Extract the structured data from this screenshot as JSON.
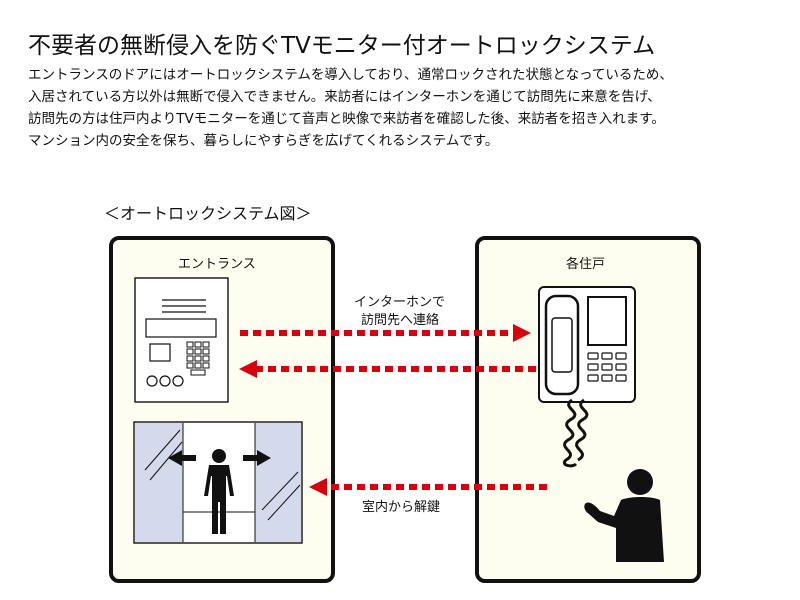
{
  "title": "不要者の無断侵入を防ぐTVモニター付オートロックシステム",
  "description": [
    "エントランスのドアにはオートロックシステムを導入しており、通常ロックされた状態となっているため、",
    "入居されている方以外は無断で侵入できません。来訪者にはインターホンを通じて訪問先に来意を告げ、",
    "訪問先の方は住戸内よりTVモニターを通じて音声と映像で来訪者を確認した後、来訪者を招き入れます。",
    "マンション内の安全を保ち、暮らしにやすらぎを広げてくれるシステムです。"
  ],
  "diagram": {
    "title": "＜オートロックシステム図＞",
    "entrance_label": "エントランス",
    "unit_label": "各住戸",
    "intercom_label_line1": "インターホンで",
    "intercom_label_line2": "訪問先へ連絡",
    "unlock_label": "室内から解鍵"
  },
  "colors": {
    "arrow": "#d9000d",
    "panel_bg": "#fdfdf0",
    "glass": "#d4d9ec",
    "outline": "#111111"
  }
}
